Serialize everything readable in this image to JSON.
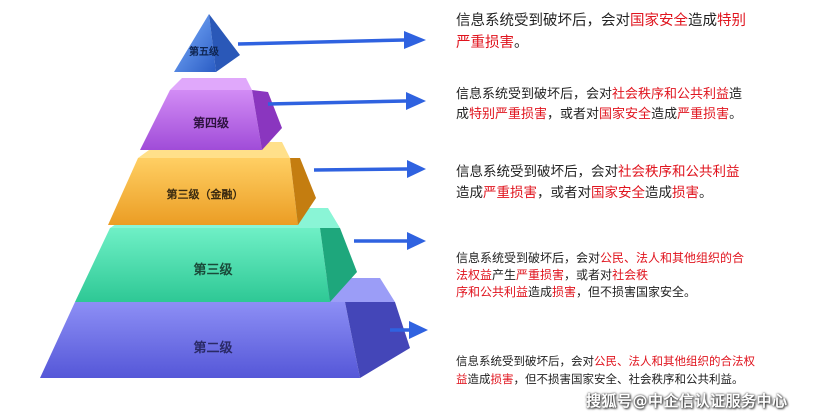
{
  "levels": [
    {
      "label": "第五级",
      "color": "#3f7fd8"
    },
    {
      "label": "第四级",
      "color": "#b55ce6"
    },
    {
      "label": "第三级（金融）",
      "color": "#f0a832"
    },
    {
      "label": "第三级",
      "color": "#3fd6a4"
    },
    {
      "label": "第二级",
      "color": "#6b6de8"
    }
  ],
  "descriptions": [
    {
      "lines": [
        [
          {
            "t": "信息系统受到破坏后，会对"
          },
          {
            "t": "国家安全",
            "r": true
          },
          {
            "t": "造成"
          },
          {
            "t": "特别",
            "r": true
          }
        ],
        [
          {
            "t": "严重损害",
            "r": true
          },
          {
            "t": "。"
          }
        ]
      ]
    },
    {
      "lines": [
        [
          {
            "t": "信息系统受到破坏后，会对"
          },
          {
            "t": "社会秩序和公共利益",
            "r": true
          },
          {
            "t": "造"
          }
        ],
        [
          {
            "t": "成"
          },
          {
            "t": "特别严重损害",
            "r": true
          },
          {
            "t": "，或者对"
          },
          {
            "t": "国家安全",
            "r": true
          },
          {
            "t": "造成"
          },
          {
            "t": "严重损害",
            "r": true
          },
          {
            "t": "。"
          }
        ]
      ]
    },
    {
      "lines": [
        [
          {
            "t": "信息系统受到破坏后，会对"
          },
          {
            "t": "社会秩序和公共利益",
            "r": true
          }
        ],
        [
          {
            "t": "造成"
          },
          {
            "t": "严重损害",
            "r": true
          },
          {
            "t": "，或者对"
          },
          {
            "t": "国家安全",
            "r": true
          },
          {
            "t": "造成"
          },
          {
            "t": "损害",
            "r": true
          },
          {
            "t": "。"
          }
        ]
      ]
    },
    {
      "lines": [
        [
          {
            "t": "信息系统受到破坏后，会对"
          },
          {
            "t": "公民、法人和其他组织的合",
            "r": true
          }
        ],
        [
          {
            "t": "法权益",
            "r": true
          },
          {
            "t": "产生"
          },
          {
            "t": "严重损害",
            "r": true
          },
          {
            "t": "，或者对"
          },
          {
            "t": "社会秩",
            "r": true
          }
        ],
        [
          {
            "t": "序和公共利益",
            "r": true
          },
          {
            "t": "造成"
          },
          {
            "t": "损害",
            "r": true
          },
          {
            "t": "，但不损害国家安全。"
          }
        ]
      ]
    },
    {
      "lines": [
        [
          {
            "t": "信息系统受到破坏后，会对"
          },
          {
            "t": "公民、法人和其他组织的合法权",
            "r": true
          }
        ],
        [
          {
            "t": "益",
            "r": true
          },
          {
            "t": "造成"
          },
          {
            "t": "损害",
            "r": true
          },
          {
            "t": "，但不损害国家安全、社会秩序和公共利益。"
          }
        ]
      ]
    }
  ],
  "watermark": "搜狐号@中企信认证服务中心",
  "arrow_color": "#2f62e0"
}
